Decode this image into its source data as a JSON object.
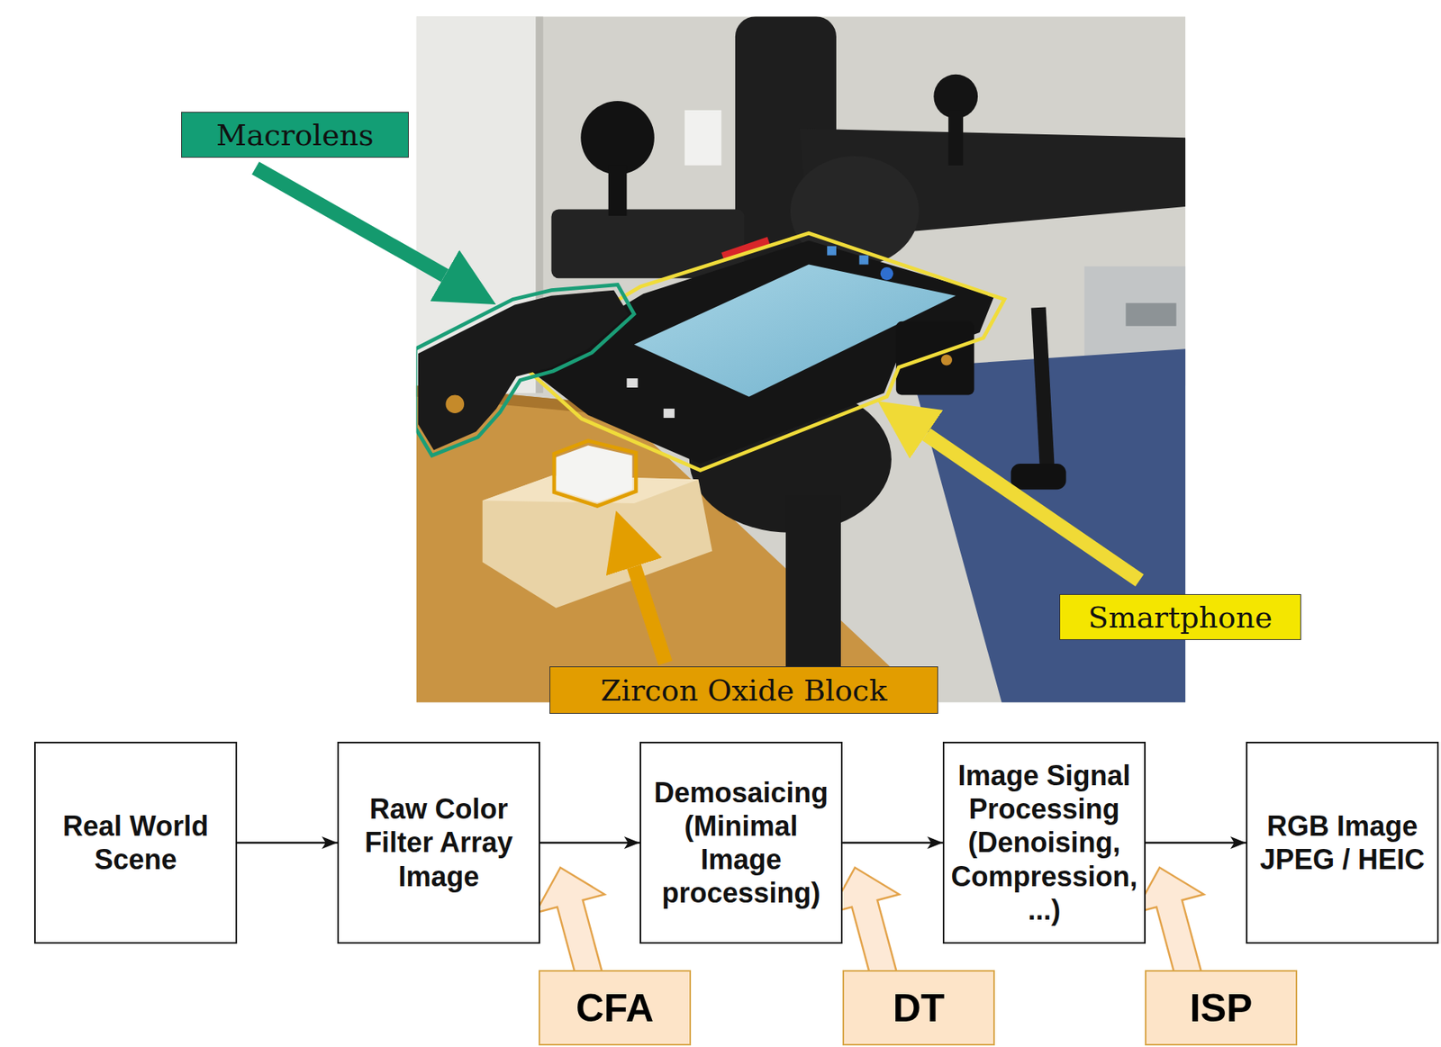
{
  "diagram": {
    "nodes": [
      {
        "text": [
          "Macrolens"
        ]
      },
      {
        "text": [
          "Smartphone"
        ]
      },
      {
        "text": [
          "Zircon Oxide Block"
        ]
      },
      {
        "text": [
          "Real World Scene"
        ]
      },
      {
        "text": [
          "Raw Color Filter Array Image"
        ]
      },
      {
        "text": [
          "Demosaicing (Minimal Image processing)"
        ]
      },
      {
        "text": [
          "Image Signal Processing (Denoising, Compression, ...)"
        ]
      },
      {
        "text": [
          "RGB Image JPEG / HEIC"
        ]
      },
      {
        "text": [
          "CFA"
        ]
      },
      {
        "text": [
          "DT"
        ]
      },
      {
        "text": [
          "ISP"
        ]
      }
    ],
    "edges": [
      {
        "from": 3,
        "to": 4,
        "arrow": "to"
      },
      {
        "from": 4,
        "to": 5,
        "arrow": "to"
      },
      {
        "from": 5,
        "to": 6,
        "arrow": "to"
      },
      {
        "from": 6,
        "to": 7,
        "arrow": "to"
      }
    ]
  }
}
